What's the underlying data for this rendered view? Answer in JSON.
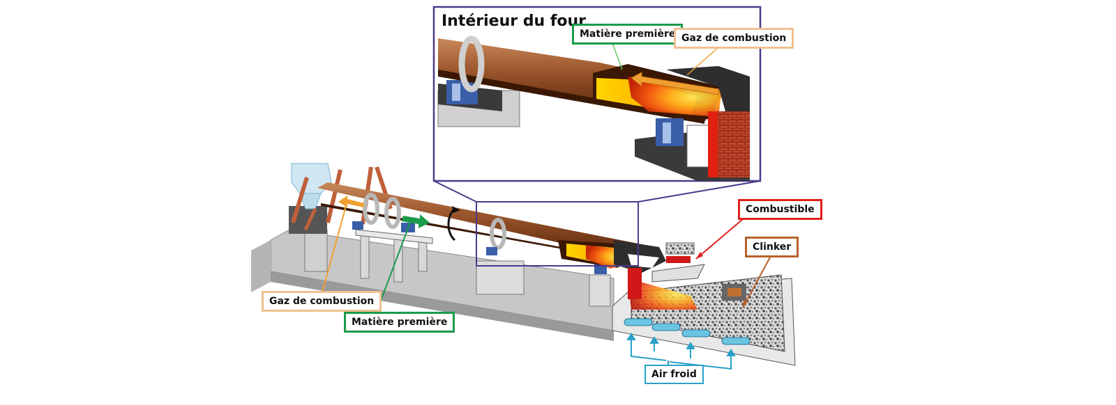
{
  "inset": {
    "title": "Intérieur du four",
    "labels": {
      "raw_material": "Matière première",
      "combustion_gas": "Gaz de combustion"
    }
  },
  "main": {
    "labels": {
      "fuel": "Combustible",
      "clinker": "Clinker",
      "combustion_gas": "Gaz de combustion",
      "raw_material": "Matière première",
      "cold_air": "Air froid"
    }
  },
  "colors": {
    "raw_material": "#1a9a4a",
    "combustion_gas": "#f0a030",
    "fuel": "#e0201c",
    "clinker": "#b8612a",
    "cold_air": "#2aa0c8",
    "inset_frame": "#4a3a8c",
    "kiln": "#8a4a25"
  }
}
